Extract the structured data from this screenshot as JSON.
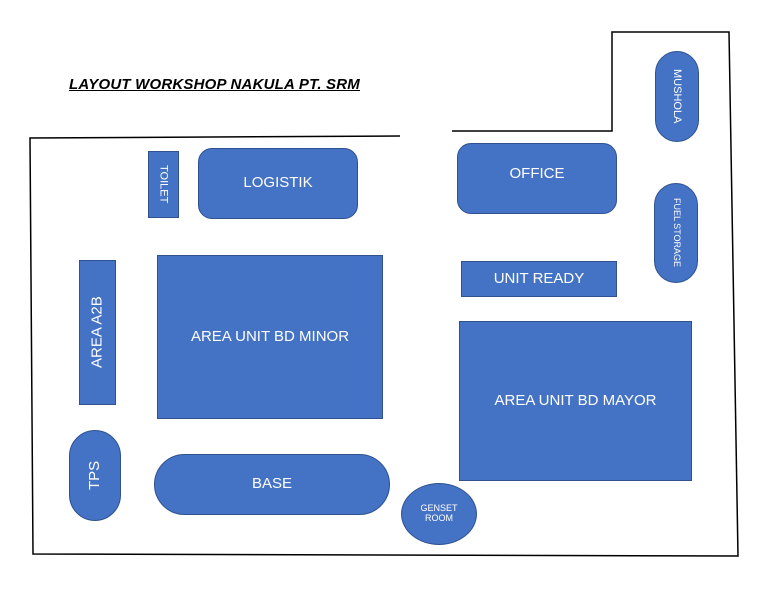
{
  "title": "LAYOUT WORKSHOP NAKULA PT. SRM",
  "areas": {
    "toilet": "TOILET",
    "logistik": "LOGISTIK",
    "office": "OFFICE",
    "mushola": "MUSHOLA",
    "fuel_storage": "FUEL STORAGE",
    "area_a2b": "AREA A2B",
    "area_bd_minor": "AREA UNIT BD MINOR",
    "unit_ready": "UNIT READY",
    "area_bd_mayor": "AREA UNIT BD MAYOR",
    "tps": "TPS",
    "base": "BASE",
    "genset_room": "GENSET ROOM"
  },
  "colors": {
    "fill": "#4472c4",
    "border": "#2f528f",
    "text": "#ffffff",
    "outline": "#000000"
  }
}
